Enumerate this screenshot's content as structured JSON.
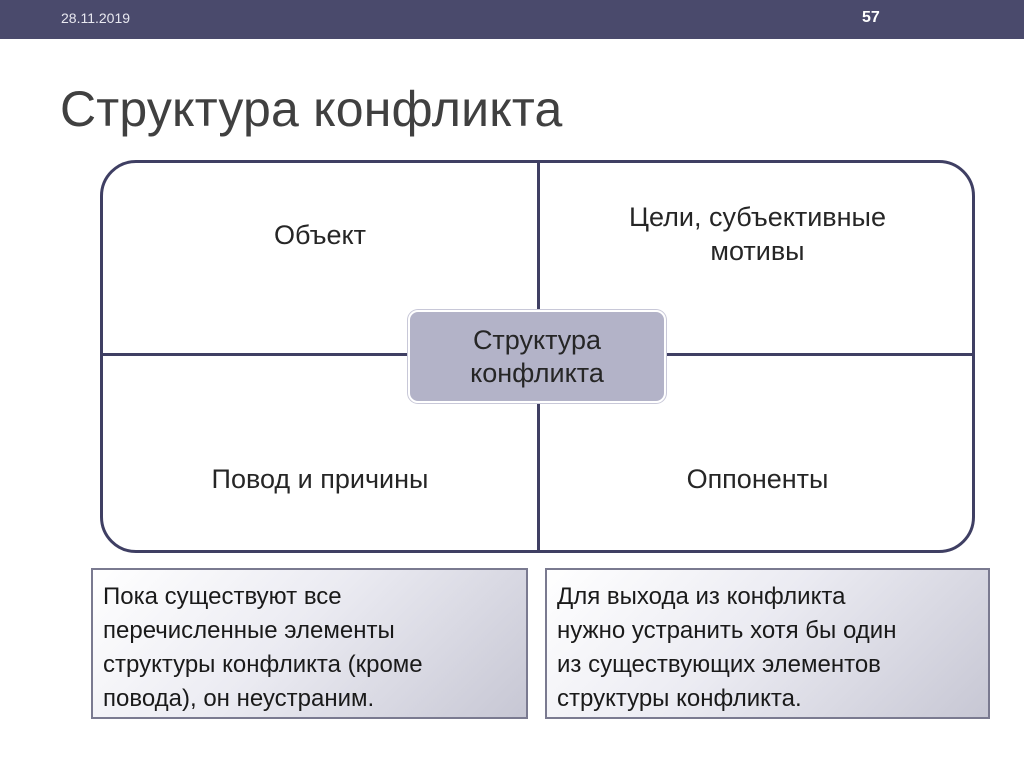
{
  "header": {
    "date": "28.11.2019",
    "page_number": "57"
  },
  "slide": {
    "title": "Структура конфликта"
  },
  "diagram": {
    "center": "Структура\nконфликта",
    "quadrants": {
      "top_left": "Объект",
      "top_right": "Цели, субъективные\nмотивы",
      "bottom_left": "Повод и причины",
      "bottom_right": "Оппоненты"
    }
  },
  "notes": {
    "left": "Пока  существуют  все\nперечисленные  элементы\nструктуры  конфликта (кроме\nповода),  он неустраним.",
    "right": "Для выхода из конфликта\nнужно  устранить хотя бы один\nиз существующих элементов\nструктуры конфликта."
  }
}
